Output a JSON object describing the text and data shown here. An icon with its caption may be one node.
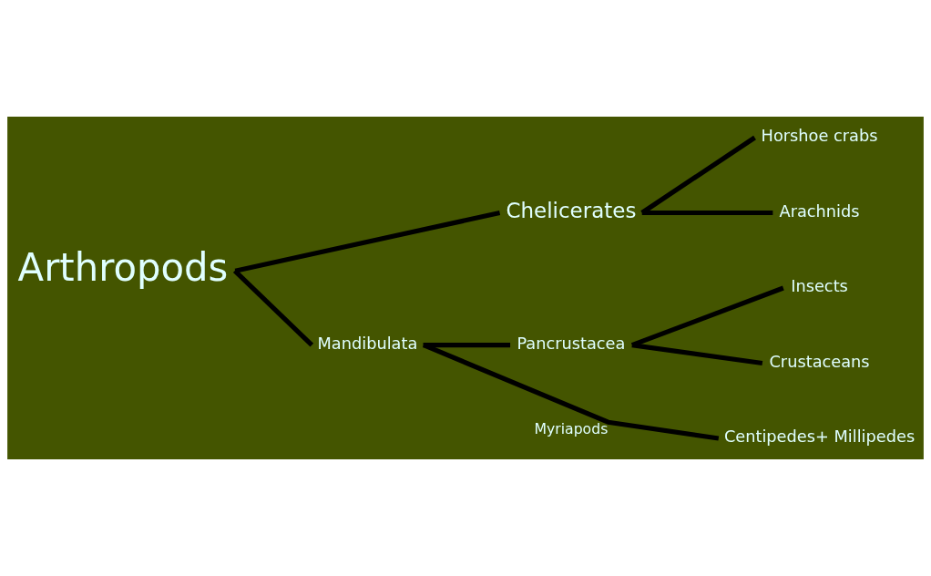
{
  "diagram": {
    "nodes": [
      {
        "text": [
          "Arthropods"
        ]
      },
      {
        "text": [
          "Chelicerates"
        ]
      },
      {
        "text": [
          "Horshoe crabs"
        ]
      },
      {
        "text": [
          "Arachnids"
        ]
      },
      {
        "text": [
          "Mandibulata"
        ]
      },
      {
        "text": [
          "Pancrustacea"
        ]
      },
      {
        "text": [
          "Insects"
        ]
      },
      {
        "text": [
          "Crustaceans"
        ]
      },
      {
        "text": [
          "Centipedes+ Millipedes"
        ]
      }
    ],
    "edges": [
      {
        "from": 0,
        "to": 1,
        "arrow": "none"
      },
      {
        "from": 0,
        "to": 4,
        "arrow": "none"
      },
      {
        "from": 1,
        "to": 2,
        "arrow": "none"
      },
      {
        "from": 1,
        "to": 3,
        "arrow": "none"
      },
      {
        "from": 4,
        "to": 5,
        "arrow": "none"
      },
      {
        "from": 4,
        "to": 8,
        "arrow": "none",
        "label": "Myriapods"
      },
      {
        "from": 5,
        "to": 6,
        "arrow": "none"
      },
      {
        "from": 5,
        "to": 7,
        "arrow": "none"
      }
    ]
  }
}
